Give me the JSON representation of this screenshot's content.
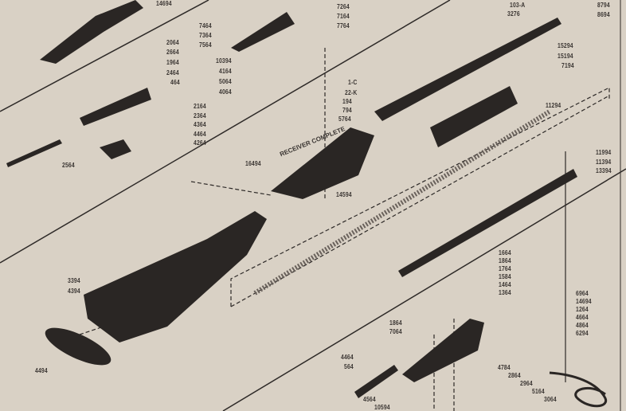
{
  "title_text": "RECEIVER COMPLETE",
  "parts": {
    "p14694a": "14694",
    "p7264": "7264",
    "p7164": "7164",
    "p7764": "7764",
    "p7464": "7464",
    "p7364": "7364",
    "p7564": "7564",
    "p10394": "10394",
    "p4164": "4164",
    "p5064": "5064",
    "p4064": "4064",
    "p2064": "2064",
    "p2664": "2664",
    "p1964": "1964",
    "p2464": "2464",
    "p464": "464",
    "p2164": "2164",
    "p2364": "2364",
    "p4364": "4364",
    "p4464a": "4464",
    "p4264": "4264",
    "p2564": "2564",
    "p103a": "103-A",
    "p3276": "3276",
    "p8794": "8794",
    "p8694": "8694",
    "p15294": "15294",
    "p15194": "15194",
    "p7194": "7194",
    "p1c": "1-C",
    "p22k": "22-K",
    "p194": "194",
    "p794": "794",
    "p5764": "5764",
    "p11294": "11294",
    "p11994": "11994",
    "p11394": "11394",
    "p13394": "13394",
    "p16494": "16494",
    "p14594": "14594",
    "p3394": "3394",
    "p4394": "4394",
    "p4494": "4494",
    "p1664": "1664",
    "p1864a": "1864",
    "p1764": "1764",
    "p1584": "1584",
    "p1464": "1464",
    "p1364": "1364",
    "p6964": "6964",
    "p14694b": "14694",
    "p1264": "1264",
    "p4664": "4664",
    "p4864": "4864",
    "p6294": "6294",
    "p1864b": "1864",
    "p7064": "7064",
    "p4464b": "4464",
    "p564": "564",
    "p4784": "4784",
    "p2864": "2864",
    "p2964": "2964",
    "p5164": "5164",
    "p3064": "3064",
    "p4564": "4564",
    "p10594": "10594"
  }
}
